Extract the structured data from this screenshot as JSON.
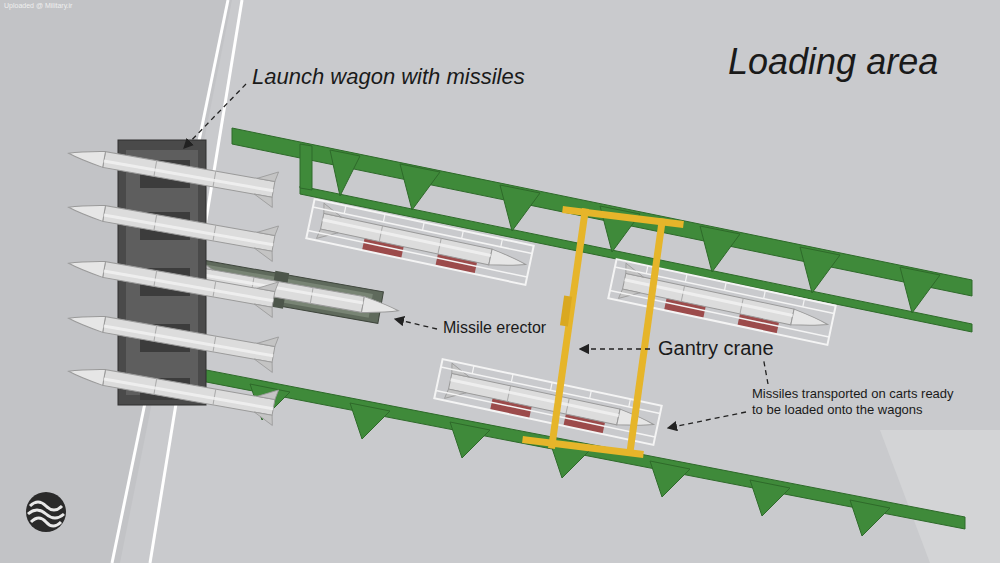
{
  "diagram": {
    "title": "Loading area",
    "labels": [
      "Uploaded @ Military.ir",
      "Launch wagon with missiles",
      "Missile erector",
      "Gantry crane",
      "Missiles transported on carts ready to be loaded onto the wagons"
    ]
  }
}
